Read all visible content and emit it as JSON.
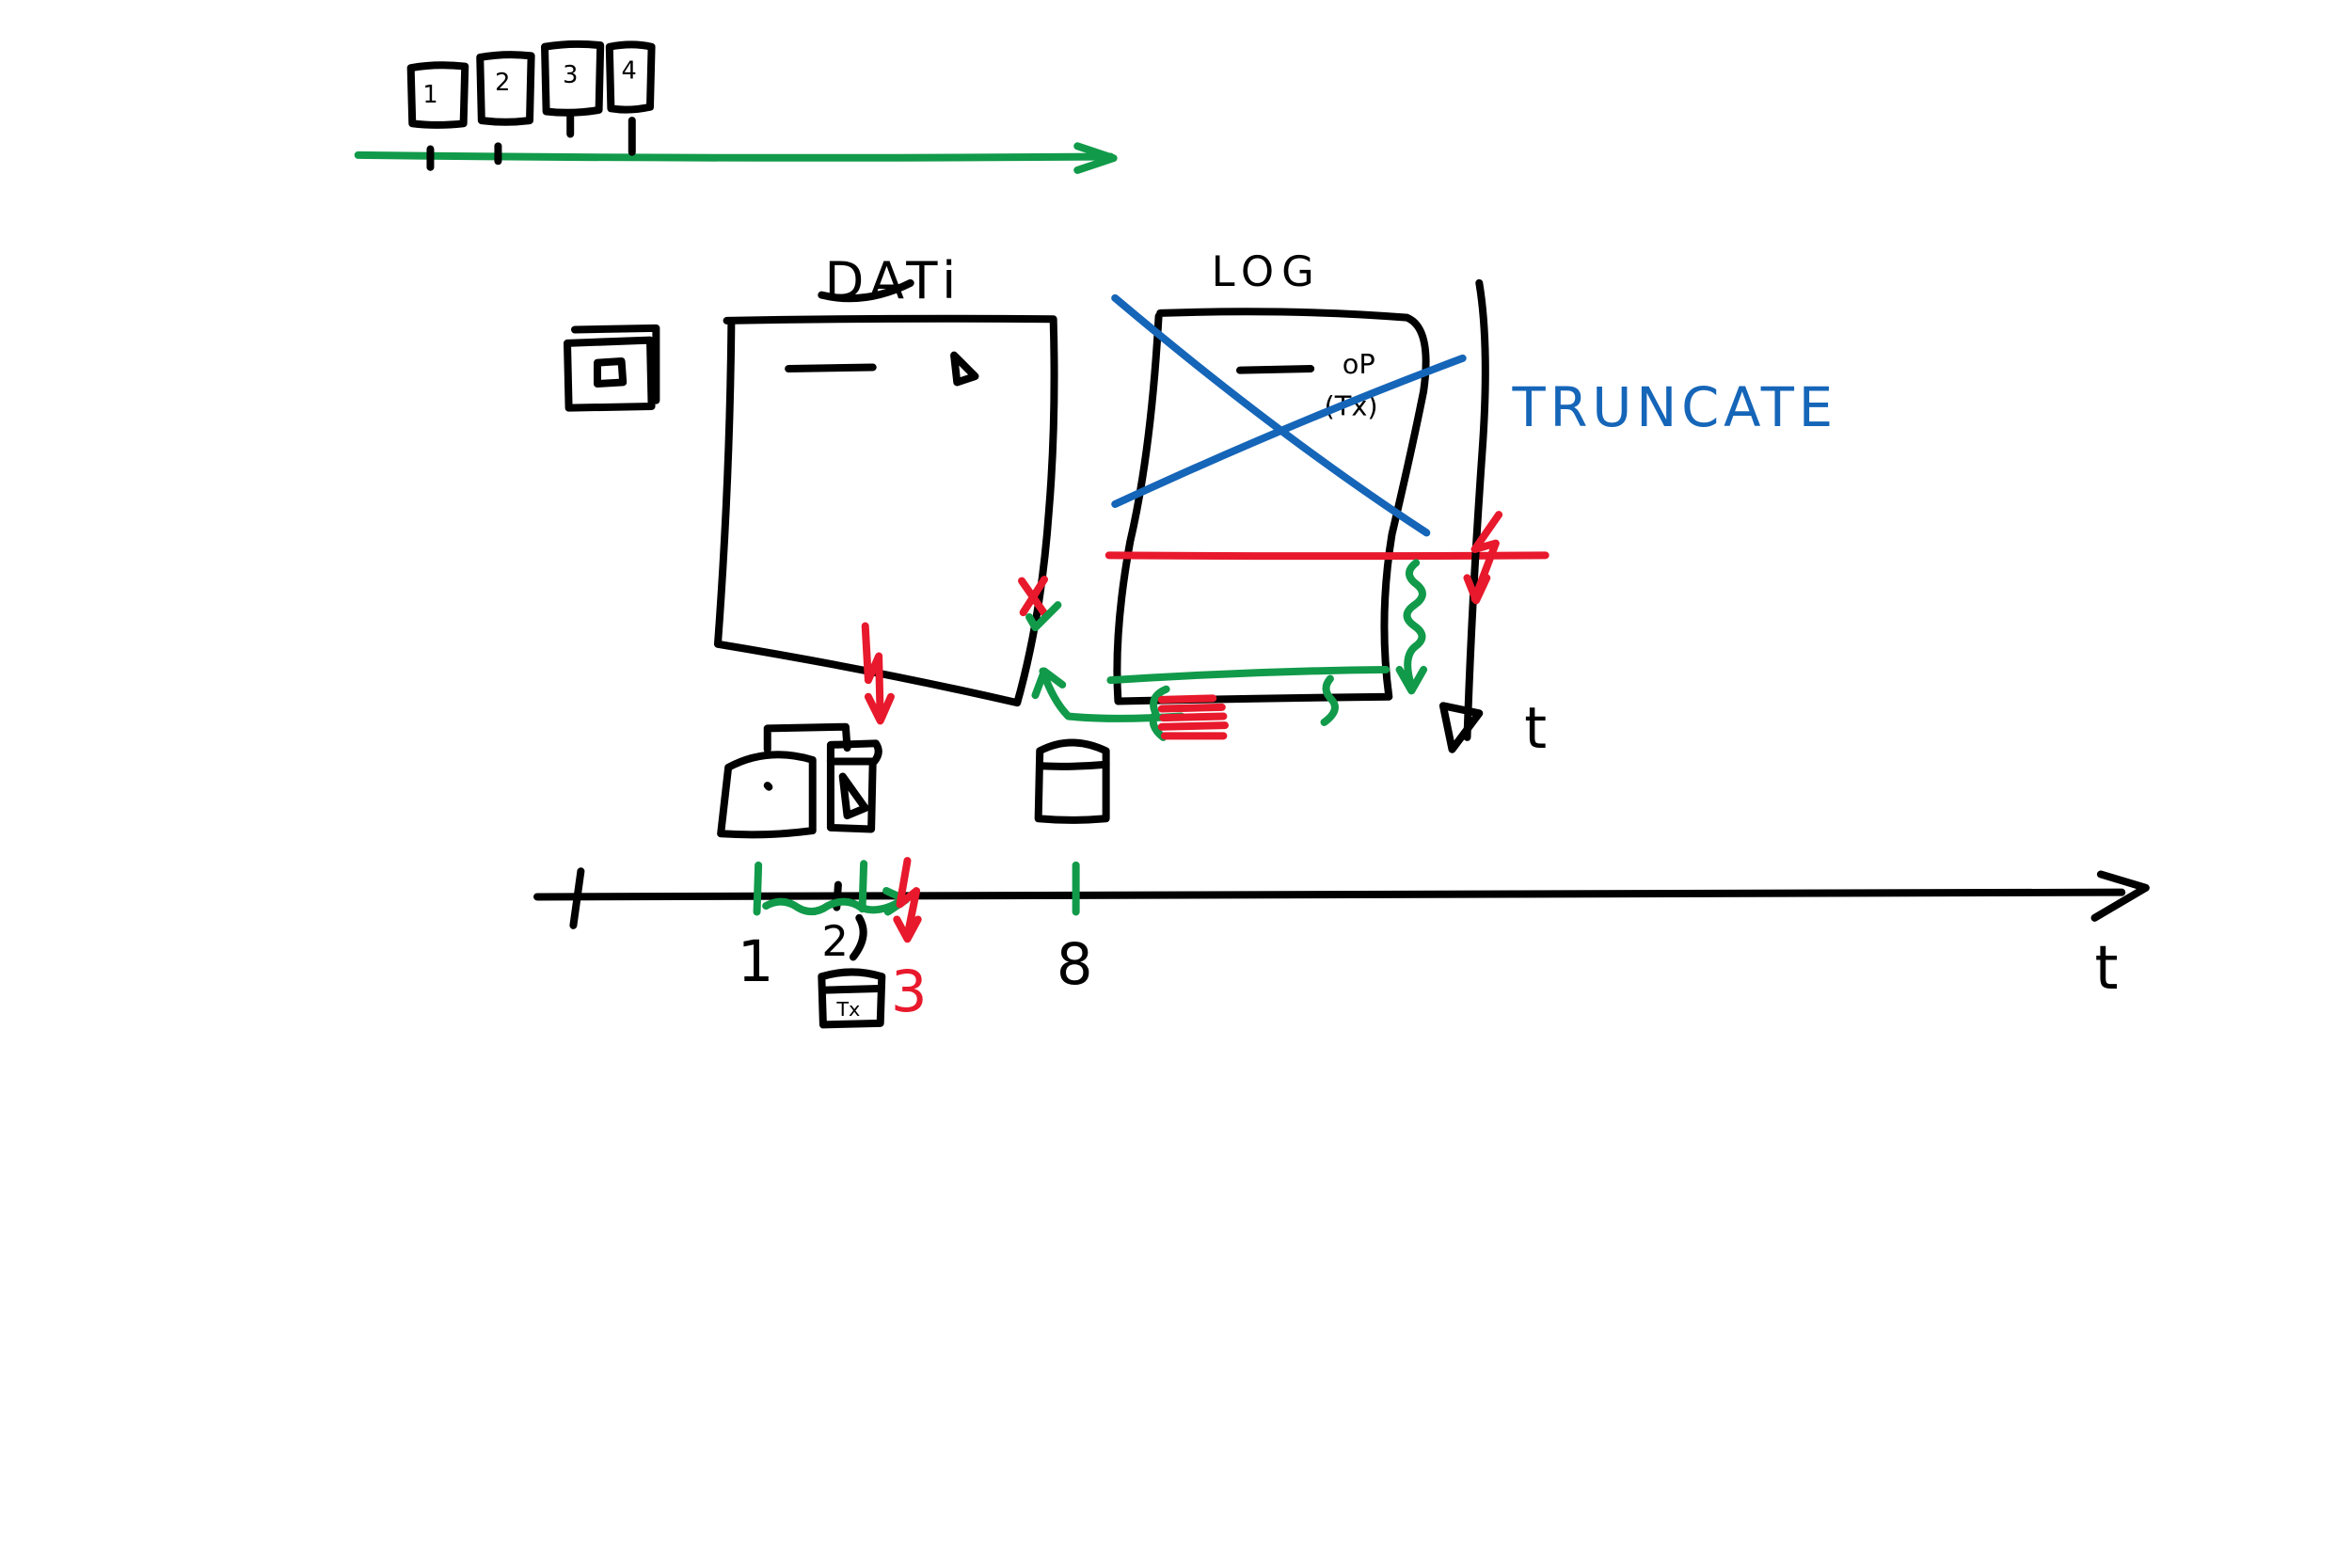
{
  "labels": {
    "dati": "DATi",
    "log": "LOG",
    "truncate": "TRUNCATE",
    "op": "oP",
    "tx": "(Tx)",
    "page_mark": "Δ",
    "t_axis_main": "t",
    "t_axis_log": "t",
    "tick_1": "1",
    "tick_2": "2",
    "tick_3": "3",
    "tick_8": "8",
    "block_tx": "Tx"
  },
  "mini_timeline": {
    "cards": [
      "1",
      "2",
      "3",
      "4"
    ]
  },
  "colors": {
    "ink": "#000000",
    "green": "#119a4a",
    "red": "#e8192c",
    "blue": "#1565b8"
  },
  "icons": [
    "crash-lightning-icon",
    "checkmark-icon",
    "cross-icon",
    "database-cylinder-icon",
    "monitor-icon"
  ]
}
